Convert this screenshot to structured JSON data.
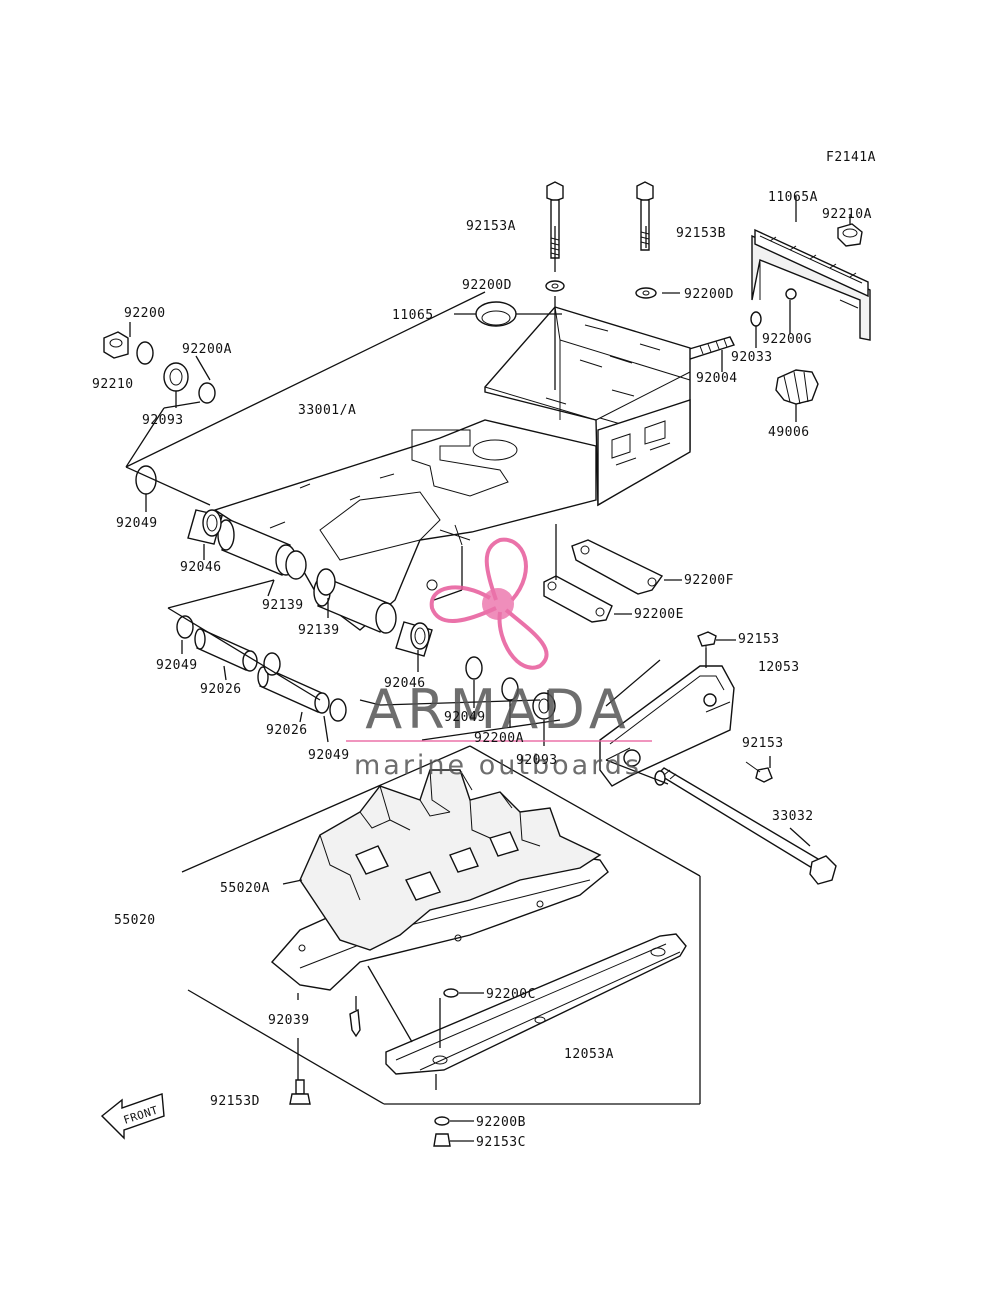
{
  "figure_id": "F2141A",
  "labels": {
    "l_11065A": "11065A",
    "l_92210A": "92210A",
    "l_92153A": "92153A",
    "l_92153B": "92153B",
    "l_92200D_a": "92200D",
    "l_92200D_b": "92200D",
    "l_11065": "11065",
    "l_92200G": "92200G",
    "l_92033": "92033",
    "l_92004": "92004",
    "l_49006": "49006",
    "l_92200": "92200",
    "l_92200A_a": "92200A",
    "l_92210": "92210",
    "l_92093_a": "92093",
    "l_33001A": "33001/A",
    "l_92049_a": "92049",
    "l_92046_a": "92046",
    "l_92139_a": "92139",
    "l_92139_b": "92139",
    "l_92200F": "92200F",
    "l_92200E": "92200E",
    "l_92153_a": "92153",
    "l_12053": "12053",
    "l_92049_b": "92049",
    "l_92026_a": "92026",
    "l_92026_b": "92026",
    "l_92049_c": "92049",
    "l_92046_b": "92046",
    "l_92049_d": "92049",
    "l_92200A_b": "92200A",
    "l_92093_b": "92093",
    "l_92153_b": "92153",
    "l_33032": "33032",
    "l_55020A": "55020A",
    "l_55020": "55020",
    "l_92200C": "92200C",
    "l_92039": "92039",
    "l_12053A": "12053A",
    "l_92153D": "92153D",
    "l_92200B": "92200B",
    "l_92153C": "92153C"
  },
  "front_arrow": "FRONT",
  "watermark": {
    "brand": "ARMADA",
    "tagline": "marine outboards",
    "color": "#e75a9b"
  }
}
